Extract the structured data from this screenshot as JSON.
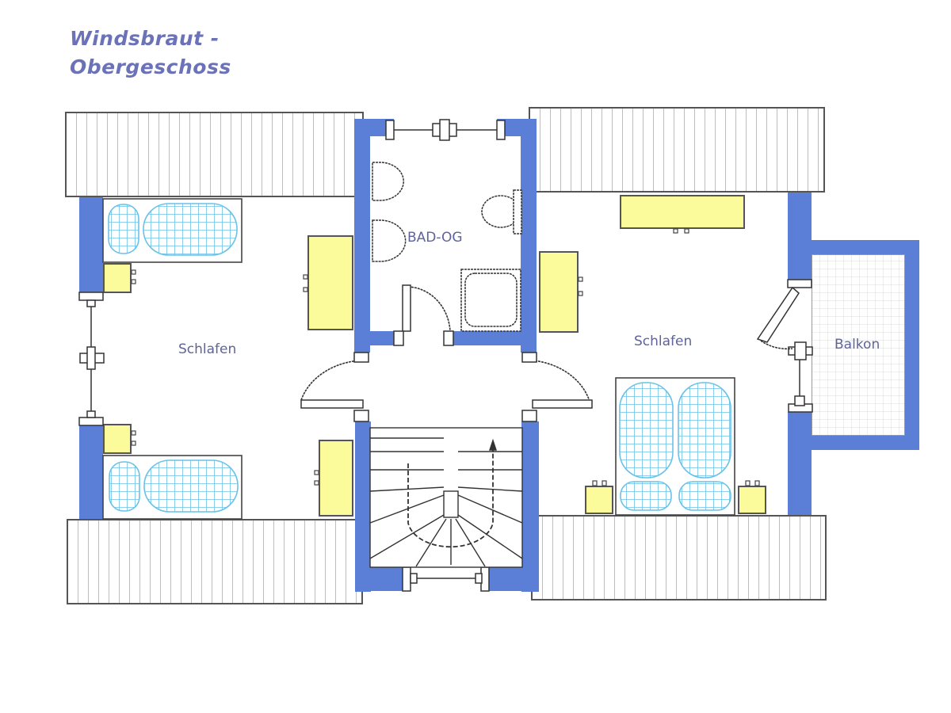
{
  "title": {
    "line1": "Windsbraut -",
    "line2": "Obergeschoss"
  },
  "rooms": {
    "bedroom_left": "Schlafen",
    "bathroom": "BAD-OG",
    "bedroom_right": "Schlafen",
    "balcony": "Balkon"
  },
  "colors": {
    "wall": "#5b7fd6",
    "furniture": "#fbfb9c",
    "bed_grid": "#6cc1e6",
    "text": "#5e6499",
    "roof_hatch": "#bdbdbd"
  }
}
